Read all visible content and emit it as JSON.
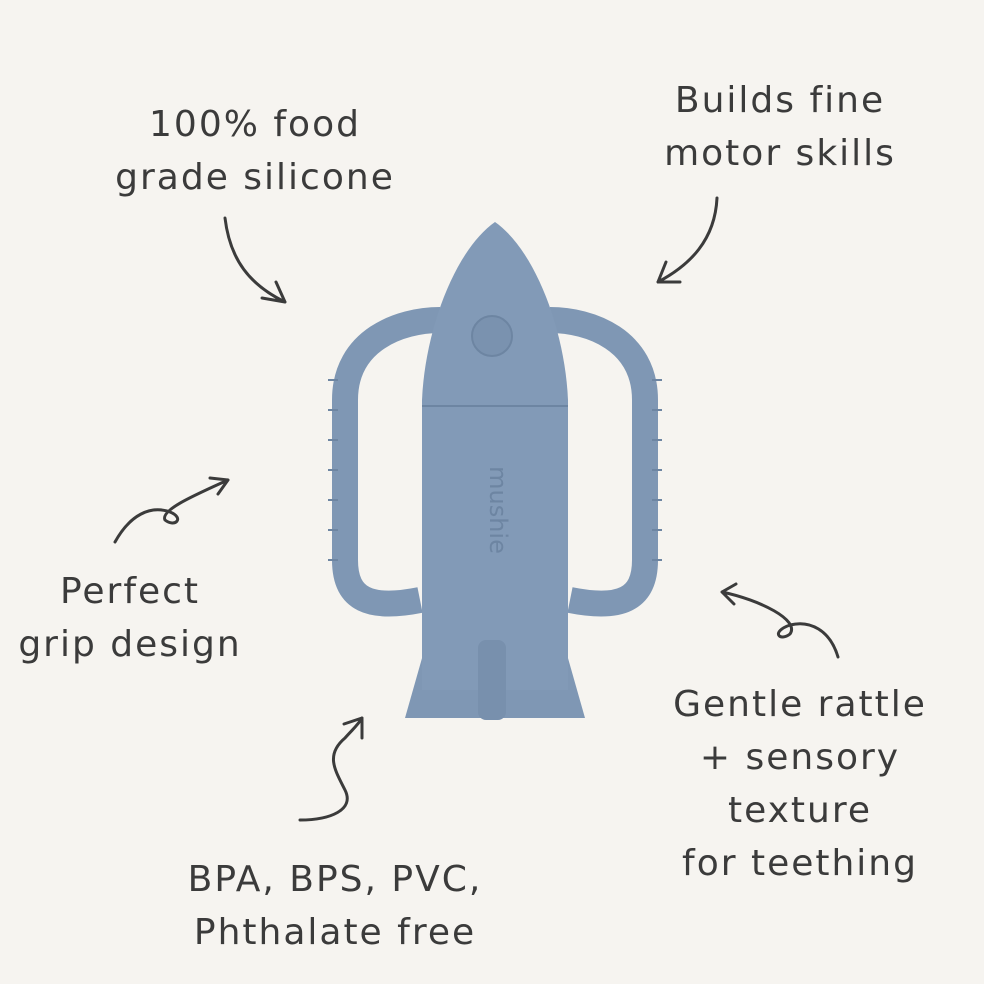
{
  "brand": "mushie",
  "colors": {
    "background": "#f6f4f0",
    "product": "#7f97b4",
    "product_shadow": "#6d85a2",
    "text": "#3b3b3b"
  },
  "features": {
    "silicone": [
      "100% food",
      "grade silicone"
    ],
    "motor": [
      "Builds fine",
      "motor skills"
    ],
    "grip": [
      "Perfect",
      "grip design"
    ],
    "rattle": [
      "Gentle rattle",
      "+ sensory",
      "texture",
      "for teething"
    ],
    "free": [
      "BPA, BPS, PVC,",
      "Phthalate free"
    ]
  }
}
